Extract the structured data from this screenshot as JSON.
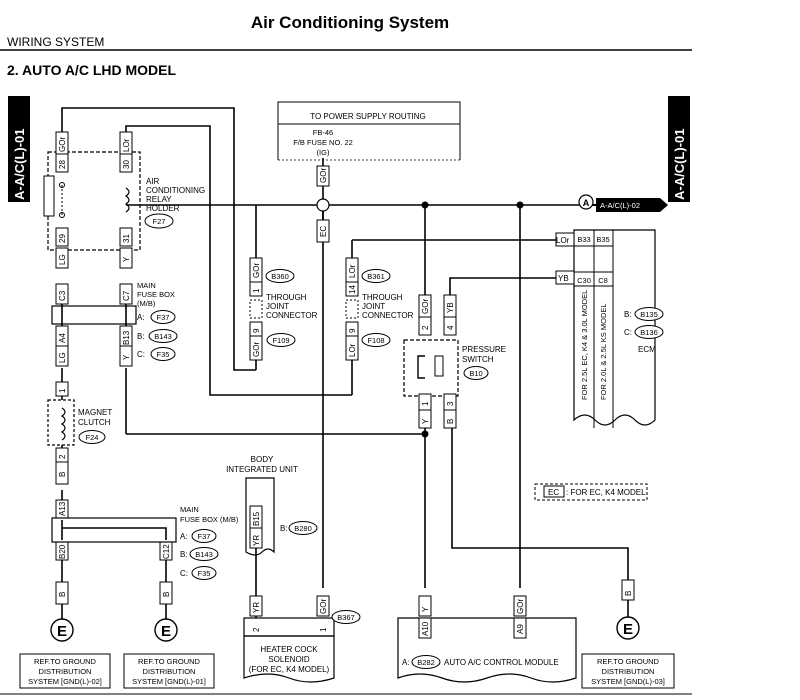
{
  "header": {
    "title": "Air Conditioning System",
    "section": "WIRING SYSTEM",
    "subtitle": "2.  AUTO A/C LHD MODEL"
  },
  "page_tabs": {
    "left": "A-A/C(L)-01",
    "right": "A-A/C(L)-01"
  },
  "power_supply": {
    "title": "TO POWER SUPPLY ROUTING",
    "fuse_line1": "FB-46",
    "fuse_line2": "F/B FUSE NO. 22",
    "fuse_line3": "(IG)"
  },
  "relay": {
    "label_line1": "AIR",
    "label_line2": "CONDITIONING",
    "label_line3": "RELAY",
    "label_line4": "HOLDER",
    "connector": "F27"
  },
  "main_fuse_box_upper": {
    "line1": "MAIN",
    "line2": "FUSE BOX",
    "line3": "(M/B)",
    "a_prefix": "A:",
    "a": "F37",
    "b_prefix": "B:",
    "b": "B143",
    "c_prefix": "C:",
    "c": "F35"
  },
  "main_fuse_box_lower": {
    "line1": "MAIN",
    "line2": "FUSE BOX (M/B)",
    "a_prefix": "A:",
    "a": "F37",
    "b_prefix": "B:",
    "b": "B143",
    "c_prefix": "C:",
    "c": "F35"
  },
  "magnet_clutch": {
    "line1": "MAGNET",
    "line2": "CLUTCH",
    "connector": "F24"
  },
  "joint_connectors": [
    {
      "connector_top": "B360",
      "line1": "THROUGH",
      "line2": "JOINT",
      "line3": "CONNECTOR",
      "connector_bottom": "F109"
    },
    {
      "connector_top": "B361",
      "line1": "THROUGH",
      "line2": "JOINT",
      "line3": "CONNECTOR",
      "connector_bottom": "F108"
    }
  ],
  "pressure_switch": {
    "line1": "PRESSURE",
    "line2": "SWITCH",
    "connector": "B10"
  },
  "ecm": {
    "label": "ECM",
    "b_prefix": "B:",
    "b": "B135",
    "c_prefix": "C:",
    "c": "B136",
    "col1": "FOR 2.5L EC, K4 & 3.0L MODEL",
    "col2": "FOR 2.0L & 2.5L KS MODEL",
    "pin_hdr1a": "B33",
    "pin_hdr1b": "B35",
    "pin_hdr2a": "C30",
    "pin_hdr2b": "C8"
  },
  "continuation": {
    "marker": "A",
    "label": "A-A/C(L)-02"
  },
  "body_unit": {
    "line1": "BODY",
    "line2": "INTEGRATED UNIT",
    "pin": "B15",
    "b_prefix": "B:",
    "connector": "B280"
  },
  "heater_cock": {
    "line1": "HEATER COCK",
    "line2": "SOLENOID",
    "line3": "(FOR EC, K4 MODEL)",
    "connector": "B367",
    "pin_left": "2",
    "pin_right": "1"
  },
  "ac_module": {
    "a_prefix": "A:",
    "connector": "B282",
    "label": "AUTO A/C CONTROL MODULE",
    "pin_left": "A10",
    "pin_right": "A9"
  },
  "legend": {
    "code": "EC",
    "text": ": FOR EC, K4 MODEL"
  },
  "ground_refs": [
    {
      "line1": "REF.TO GROUND",
      "line2": "DISTRIBUTION",
      "line3": "SYSTEM [GND(L)-02]"
    },
    {
      "line1": "REF.TO GROUND",
      "line2": "DISTRIBUTION",
      "line3": "SYSTEM [GND(L)-01]"
    },
    {
      "line1": "REF.TO GROUND",
      "line2": "DISTRIBUTION",
      "line3": "SYSTEM [GND(L)-03]"
    }
  ],
  "ground_symbol": "E",
  "wires": {
    "GOr": "GOr",
    "LOr": "LOr",
    "LG": "LG",
    "Y": "Y",
    "B": "B",
    "EC": "EC",
    "YR": "YR",
    "YB": "YB"
  },
  "pins": {
    "p28": "28",
    "p30": "30",
    "p29": "29",
    "p31": "31",
    "C3": "C3",
    "C7": "C7",
    "A4": "A4",
    "B13": "B13",
    "p1": "1",
    "p2": "2",
    "p9": "9",
    "p14": "14",
    "p4": "4",
    "p3": "3",
    "A13": "A13",
    "B20": "B20",
    "C12": "C12"
  }
}
